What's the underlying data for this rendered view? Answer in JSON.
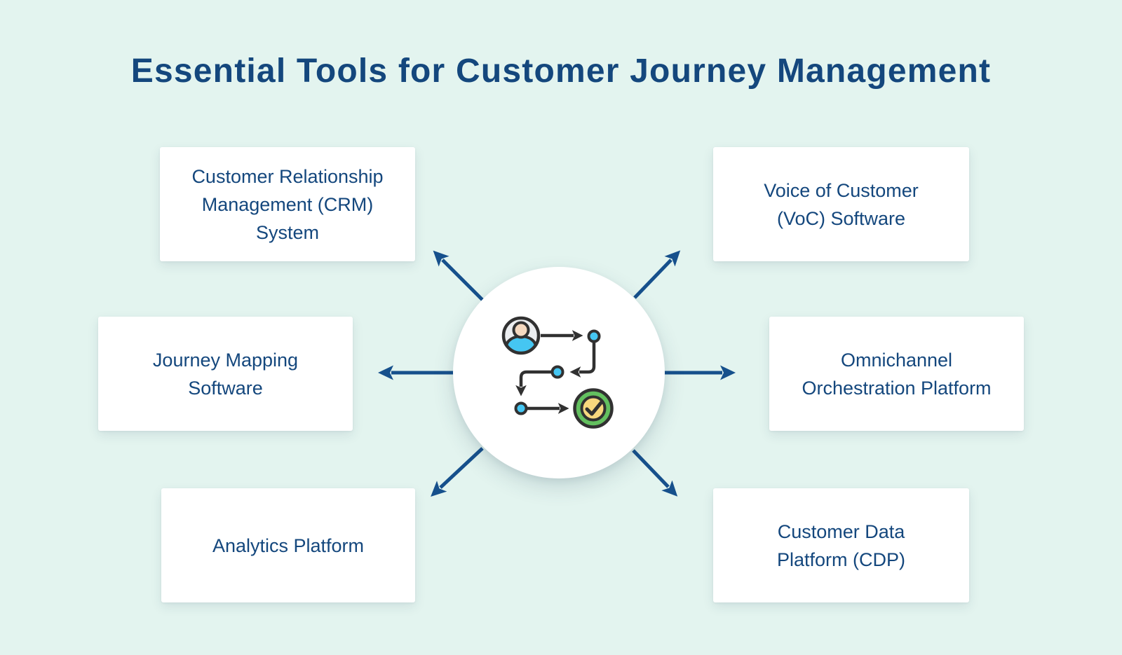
{
  "title": "Essential Tools for Customer Journey Management",
  "colors": {
    "background": "#e3f4ef",
    "navy": "#14477d",
    "arrow": "#16508c",
    "box_bg": "#ffffff",
    "icon_stroke": "#313131",
    "icon_blue": "#45c6f2",
    "icon_skin": "#f5d9c0",
    "icon_avatar_bg": "#eceef0",
    "icon_green": "#63c05f",
    "icon_yellow": "#f8d87e"
  },
  "center": {
    "icon": "customer-journey-path-icon",
    "description": "white circle with user avatar, zig-zag journey path dots and completed checkmark"
  },
  "boxes": [
    {
      "id": "crm",
      "position": "top-left",
      "label": "Customer Relationship\nManagement (CRM)\nSystem"
    },
    {
      "id": "voc",
      "position": "top-right",
      "label": "Voice of Customer\n(VoC) Software"
    },
    {
      "id": "journey-mapping",
      "position": "middle-left",
      "label": "Journey Mapping\nSoftware"
    },
    {
      "id": "omnichannel",
      "position": "middle-right",
      "label": "Omnichannel\nOrchestration Platform"
    },
    {
      "id": "analytics",
      "position": "bottom-left",
      "label": "Analytics Platform"
    },
    {
      "id": "cdp",
      "position": "bottom-right",
      "label": "Customer Data\nPlatform (CDP)"
    }
  ]
}
